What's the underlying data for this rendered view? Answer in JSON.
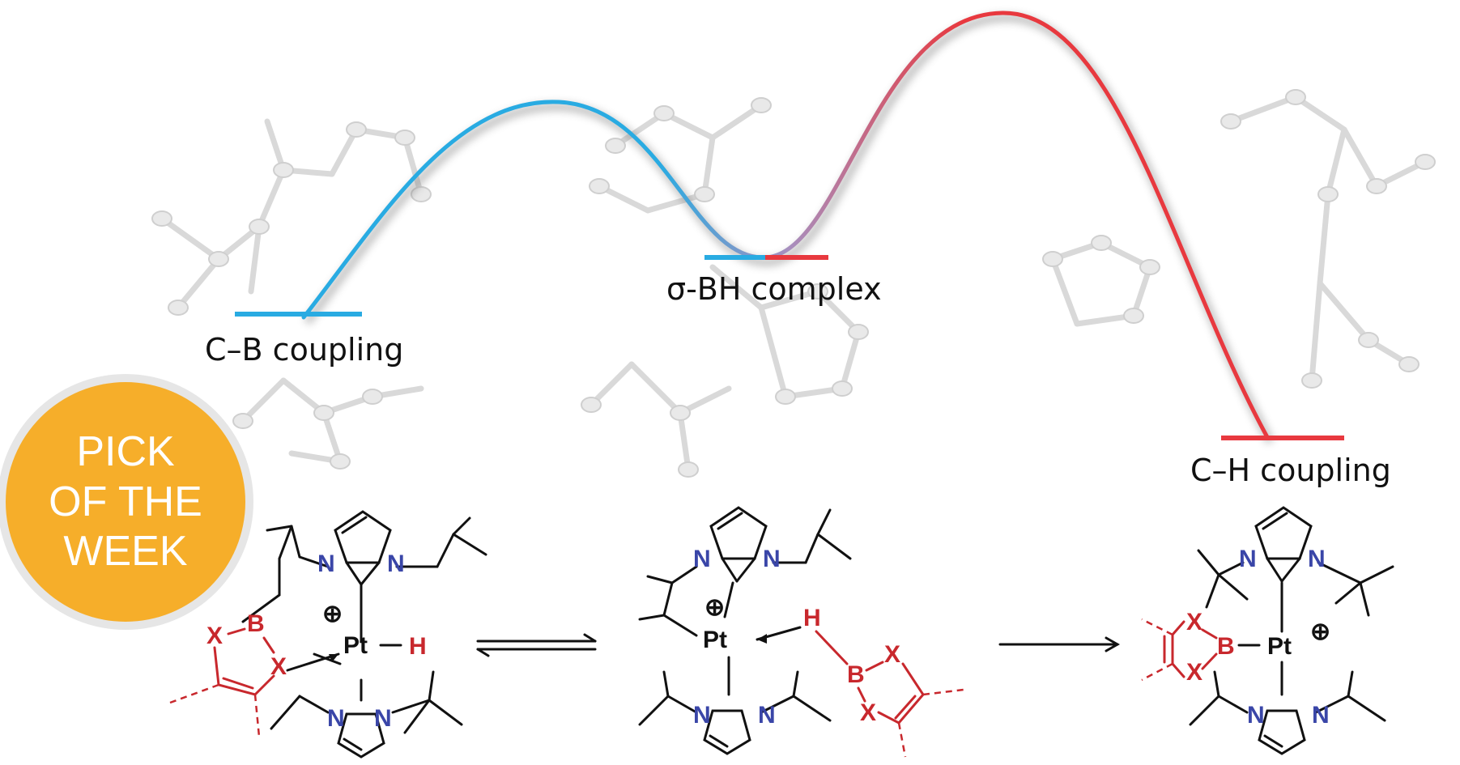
{
  "labels": {
    "left_state": "C–B coupling",
    "middle_state": "σ-BH complex",
    "right_state": "C–H coupling"
  },
  "badge": {
    "line1": "PICK",
    "line2": "OF THE",
    "line3": "WEEK",
    "color": "#f6ae2a"
  },
  "atoms": {
    "N": "N",
    "Pt": "Pt",
    "H": "H",
    "B": "B",
    "X": "X",
    "charge": "⊕"
  },
  "colors": {
    "blue_path": "#29abe2",
    "red_path": "#e8393f",
    "nitrogen": "#3a46a8",
    "boron_fragment": "#c8282d"
  }
}
